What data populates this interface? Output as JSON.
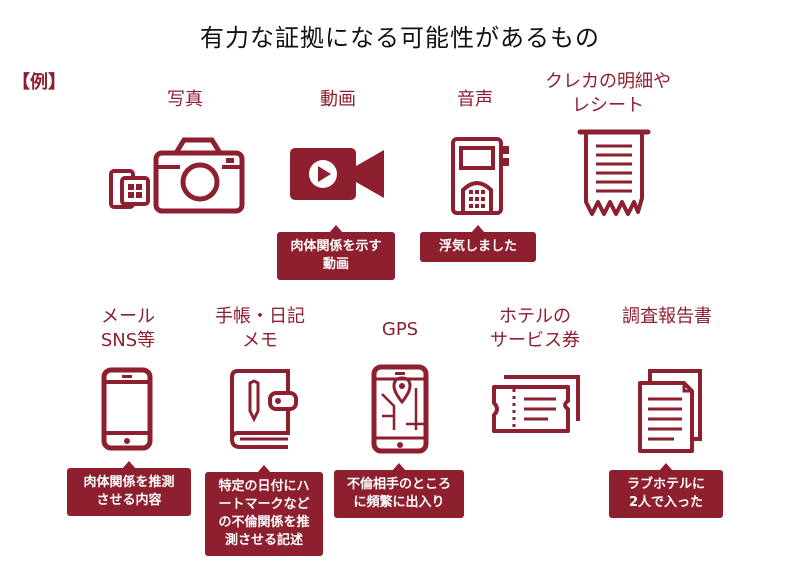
{
  "title": "有力な証拠になる可能性があるもの",
  "example_label": "【例】",
  "items": [
    {
      "lines": [
        "写真"
      ],
      "icon": "camera-icon"
    },
    {
      "lines": [
        "動画"
      ],
      "icon": "video-camera-icon",
      "callout": [
        "肉体関係を示す",
        "動画"
      ]
    },
    {
      "lines": [
        "音声"
      ],
      "icon": "voice-recorder-icon",
      "callout": [
        "浮気しました"
      ]
    },
    {
      "lines": [
        "クレカの明細や",
        "レシート"
      ],
      "icon": "receipt-icon"
    },
    {
      "lines": [
        "メール",
        "SNS等"
      ],
      "icon": "smartphone-icon",
      "callout": [
        "肉体関係を推測",
        "させる内容"
      ]
    },
    {
      "lines": [
        "手帳・日記",
        "メモ"
      ],
      "icon": "notebook-icon",
      "callout": [
        "特定の日付にハ",
        "ートマークなど",
        "の不倫関係を推",
        "測させる記述"
      ]
    },
    {
      "lines": [
        "GPS"
      ],
      "icon": "gps-phone-icon",
      "callout": [
        "不倫相手のところ",
        "に頻繁に出入り"
      ]
    },
    {
      "lines": [
        "ホテルの",
        "サービス券"
      ],
      "icon": "ticket-icon"
    },
    {
      "lines": [
        "調査報告書"
      ],
      "icon": "report-documents-icon",
      "callout": [
        "ラブホテルに",
        "2人で入った"
      ]
    }
  ],
  "colors": {
    "accent": "#8e1f2f",
    "text": "#111111"
  }
}
